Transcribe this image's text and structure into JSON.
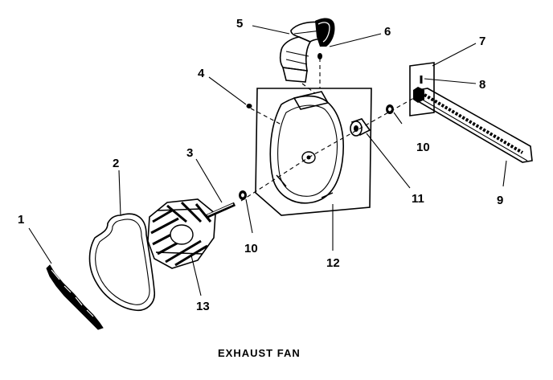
{
  "diagram": {
    "caption": "EXHAUST FAN",
    "callouts": [
      {
        "id": "1",
        "text": "1"
      },
      {
        "id": "2",
        "text": "2"
      },
      {
        "id": "3",
        "text": "3"
      },
      {
        "id": "4",
        "text": "4"
      },
      {
        "id": "5",
        "text": "5"
      },
      {
        "id": "6",
        "text": "6"
      },
      {
        "id": "7",
        "text": "7"
      },
      {
        "id": "8",
        "text": "8"
      },
      {
        "id": "9",
        "text": "9"
      },
      {
        "id": "10a",
        "text": "10"
      },
      {
        "id": "10b",
        "text": "10"
      },
      {
        "id": "11",
        "text": "11"
      },
      {
        "id": "12",
        "text": "12"
      },
      {
        "id": "13",
        "text": "13"
      }
    ]
  }
}
